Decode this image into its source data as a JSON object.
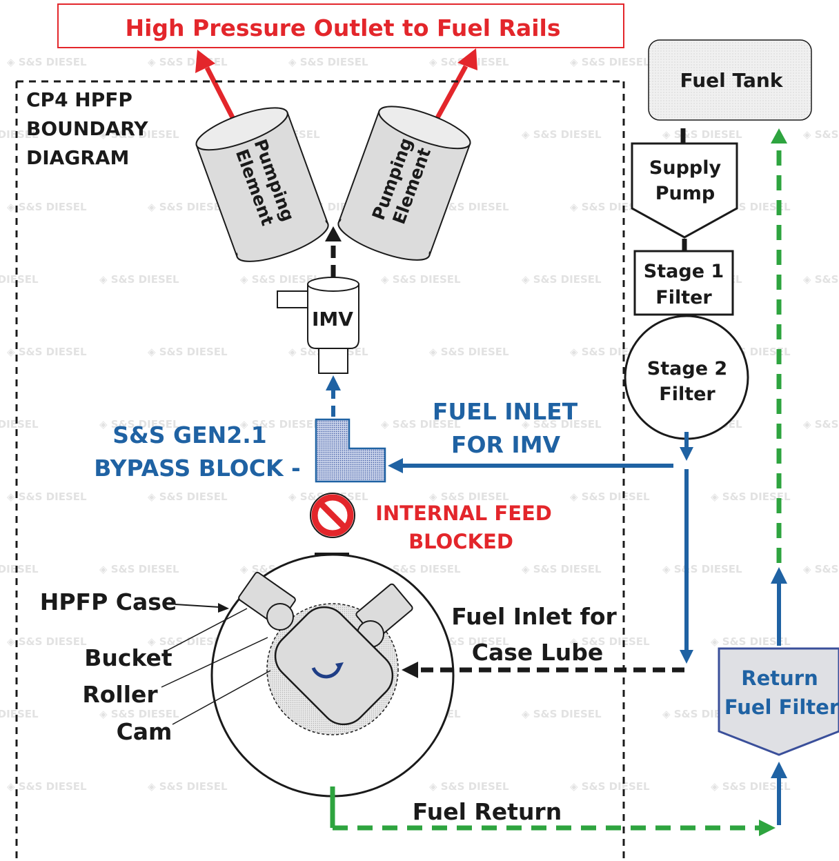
{
  "colors": {
    "red": "#e3262b",
    "blue": "#1f62a3",
    "green": "#2ea43f",
    "black": "#1a1a1a",
    "gray_fill": "#dcdcdc",
    "navy": "#3a4f9a",
    "watermark": "#e2e2e2"
  },
  "header": {
    "outlet_label": "High Pressure Outlet to Fuel Rails"
  },
  "boundary": {
    "title_line1": "CP4 HPFP",
    "title_line2": "BOUNDARY",
    "title_line3": "DIAGRAM"
  },
  "pumping_elements": {
    "left_line1": "Pumping",
    "left_line2": "Element",
    "right_line1": "Pumping",
    "right_line2": "Element"
  },
  "imv": {
    "label": "IMV"
  },
  "fuel_system": {
    "tank": "Fuel Tank",
    "supply_pump_line1": "Supply",
    "supply_pump_line2": "Pump",
    "stage1_line1": "Stage 1",
    "stage1_line2": "Filter",
    "stage2_line1": "Stage 2",
    "stage2_line2": "Filter",
    "return_filter_line1": "Return",
    "return_filter_line2": "Fuel Filter"
  },
  "labels": {
    "fuel_inlet_imv_line1": "FUEL INLET",
    "fuel_inlet_imv_line2": "FOR IMV",
    "bypass_line1": "S&S GEN2.1",
    "bypass_line2": "BYPASS BLOCK -",
    "internal_feed_line1": "INTERNAL FEED",
    "internal_feed_line2": "BLOCKED",
    "case_lube_line1": "Fuel Inlet for",
    "case_lube_line2": "Case Lube",
    "hpfp_case": "HPFP Case",
    "bucket": "Bucket",
    "roller": "Roller",
    "cam": "Cam",
    "fuel_return": "Fuel Return"
  },
  "icons": {
    "blocked": "prohibited-icon",
    "rotation": "rotation-arrow-icon"
  },
  "watermark": {
    "text": "S&S DIESEL"
  }
}
